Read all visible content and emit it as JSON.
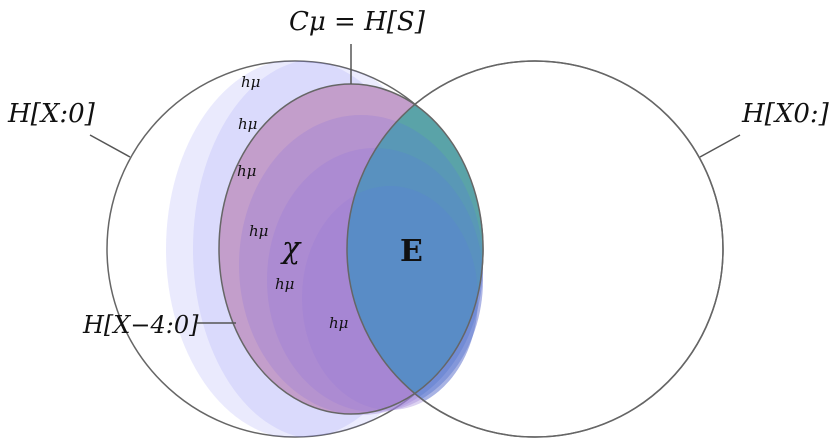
{
  "labels": {
    "past_entropy": "H[X:0]",
    "future_entropy": "H[X0:]",
    "block_entropy": "H[X−4:0]",
    "statistical_complexity": "Cμ = H[S]",
    "crypticity": "χ",
    "excess_entropy": "E",
    "entropy_rate": "hμ"
  },
  "h_mu_labels": [
    "hμ",
    "hμ",
    "hμ",
    "hμ",
    "hμ",
    "hμ"
  ],
  "colors": {
    "outline": "#666666",
    "band": "#7a7af5",
    "statistical_complexity_fill": "#c39ecb",
    "inner_band": "#9b7fd6",
    "overlap_fill": "#5aa3a8",
    "innermost_overlap": "#5a84d2"
  }
}
